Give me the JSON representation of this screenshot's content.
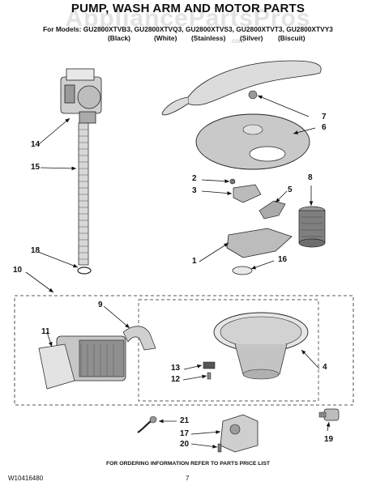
{
  "watermark": {
    "text": "AppliancePartsPros",
    "sub": ".com"
  },
  "header": {
    "title": "PUMP, WASH ARM AND MOTOR PARTS",
    "models_line": "For Models: GU2800XTVB3, GU2800XTVQ3, GU2800XTVS3, GU2800XTVT3, GU2800XTVY3",
    "variants": [
      "(Black)",
      "(White)",
      "(Stainless)",
      "(Silver)",
      "(Biscuit)"
    ]
  },
  "callouts": [
    "14",
    "15",
    "18",
    "10",
    "7",
    "6",
    "2",
    "3",
    "8",
    "5",
    "1",
    "16",
    "9",
    "11",
    "4",
    "13",
    "12",
    "21",
    "17",
    "20",
    "19"
  ],
  "footer": {
    "doc_id": "W10416480",
    "page": "7",
    "note": "FOR ORDERING INFORMATION REFER TO PARTS PRICE LIST"
  }
}
